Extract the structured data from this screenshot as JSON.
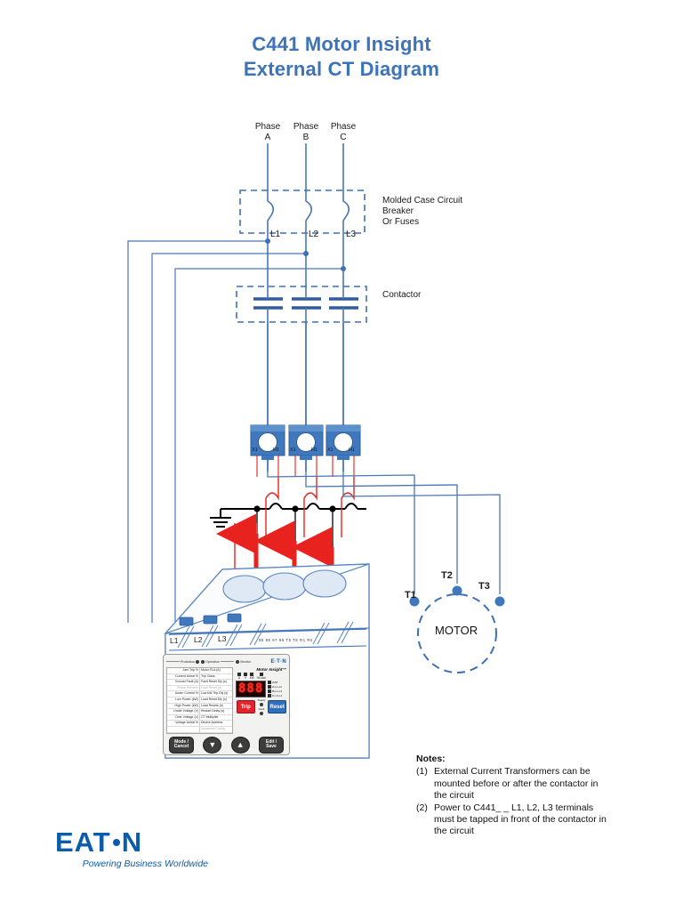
{
  "title": {
    "line1": "C441 Motor Insight",
    "line2": "External CT Diagram",
    "color": "#3d73b8"
  },
  "colors": {
    "wire_blue": "#4a77b4",
    "wire_dark_blue": "#2f5d9e",
    "wire_red": "#e8231f",
    "wire_black": "#000000",
    "ct_body": "#3f78bc",
    "accent": "#0b5cab"
  },
  "phases": [
    {
      "label": "Phase",
      "sub": "A"
    },
    {
      "label": "Phase",
      "sub": "B"
    },
    {
      "label": "Phase",
      "sub": "C"
    }
  ],
  "breaker": {
    "caption_lines": [
      "Molded Case Circuit",
      "Breaker",
      "Or Fuses"
    ],
    "terminals": [
      "L1",
      "L2",
      "L3"
    ]
  },
  "contactor": {
    "caption": "Contactor"
  },
  "ct": {
    "terminal_left": "X1",
    "terminal_right": "H1",
    "count": 3
  },
  "motor": {
    "label": "MOTOR",
    "terminals": [
      "T1",
      "T2",
      "T3"
    ]
  },
  "device": {
    "line_terminals": [
      "L1",
      "L2",
      "L3"
    ],
    "control_terminals": [
      "95",
      "96",
      "97",
      "98",
      "T5",
      "T6",
      "R1",
      "R2"
    ],
    "brand": "Motor Insight™",
    "eaton": "E·T·N",
    "sections": [
      "Protection",
      "Operation",
      "Monitor"
    ],
    "menu_left": [
      "Jam Trip %",
      "Current Unbal %",
      "Ground Fault (A)",
      "Phase Reverse",
      "Under Current %",
      "Low Power (kW)",
      "High Power (kW)",
      "Under Voltage (V)",
      "Over Voltage (V)",
      "Voltage Unbal %"
    ],
    "menu_right": [
      "Motor FLA (A)",
      "Trip Class",
      "Fault Reset Dly (s)",
      "Fault Reset (#)",
      "Low kW Trip Dly (s)",
      "Load Reset Dly (s)",
      "Load Resets (#)",
      "Restart Delay (s)",
      "CT Multiplier",
      "Device Address",
      "Advanced Config"
    ],
    "units": [
      "A",
      "V",
      "kW",
      "%Load"
    ],
    "display_value": "888",
    "phase_leds": [
      "IA/IB",
      "IA L1-L2",
      "IB L2-L3",
      "IC L3-L1"
    ],
    "trip_button": "Trip",
    "reset_button": "Reset",
    "ready_label": "Ready",
    "fault_label": "Fault",
    "buttons": [
      {
        "l1": "Mode /",
        "l2": "Cancel"
      },
      {
        "icon": "▼"
      },
      {
        "icon": "▲"
      },
      {
        "l1": "Edit /",
        "l2": "Save"
      }
    ]
  },
  "notes": {
    "title": "Notes:",
    "items": [
      {
        "num": "(1)",
        "text": "External Current Transformers can be mounted before or after the contactor in the circuit"
      },
      {
        "num": "(2)",
        "text": "Power to C441_ _ L1, L2, L3 terminals must be tapped in front of the contactor in the circuit"
      }
    ]
  },
  "logo": {
    "text_a": "EAT",
    "text_b": "N",
    "tagline": "Powering Business Worldwide"
  }
}
